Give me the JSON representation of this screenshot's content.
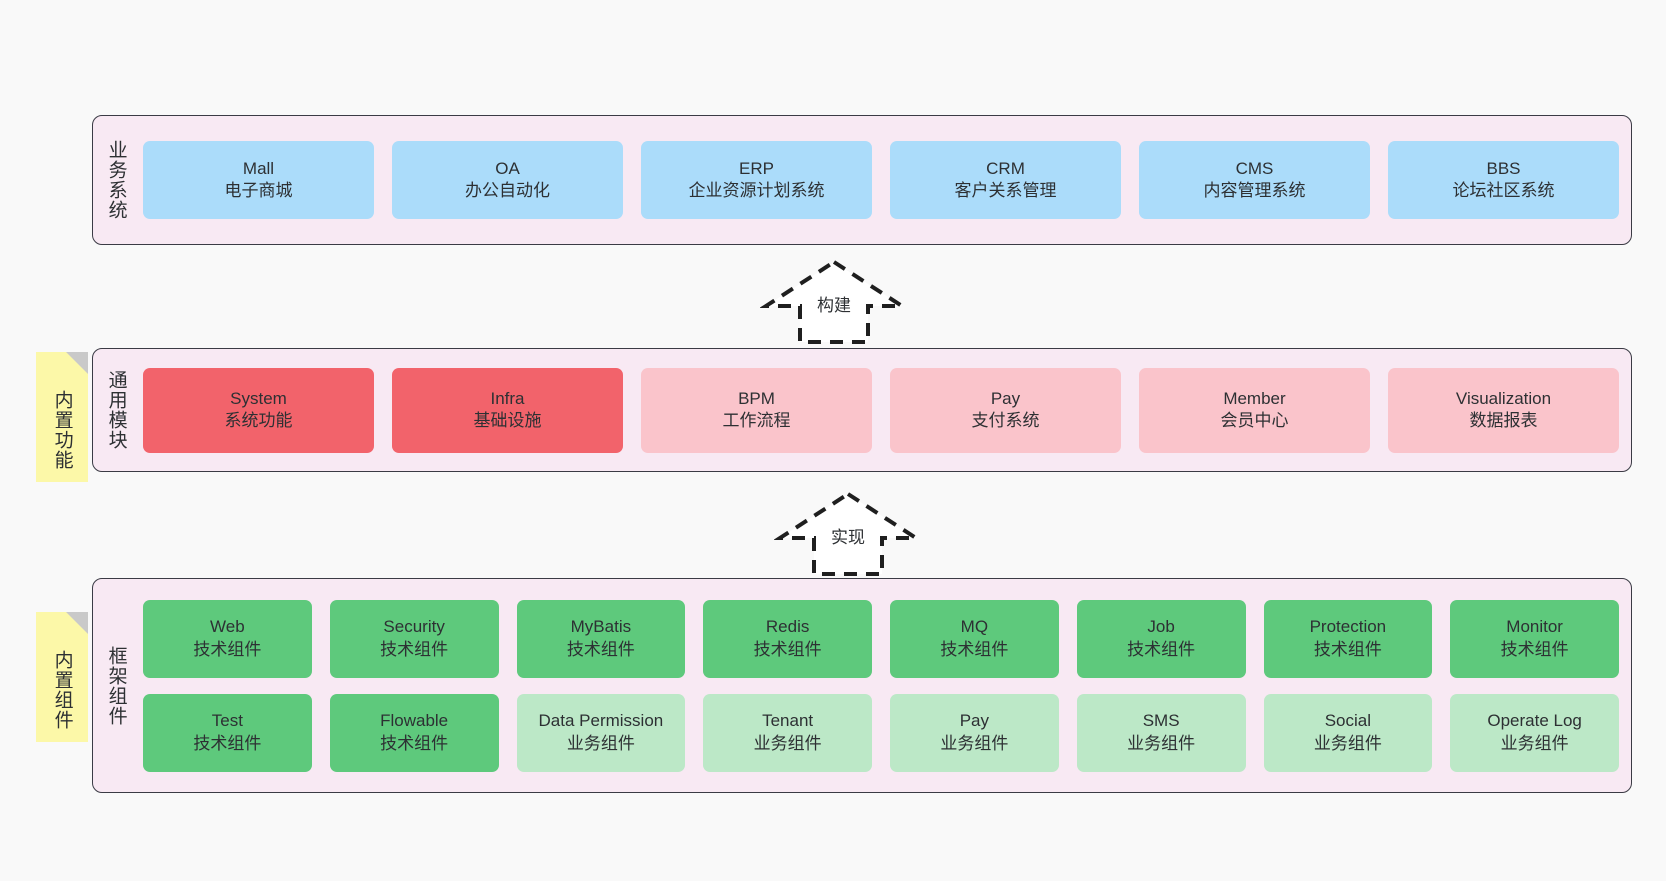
{
  "diagram": {
    "background_color": "#f9f9f9",
    "panel_color": "#f8e9f3",
    "panel_border_color": "#3b3b45",
    "note_color": "#fcf8a8",
    "note_fold_color": "#c9c9c9"
  },
  "layers": [
    {
      "id": "business-systems",
      "title": "业务系统",
      "note": null,
      "rows": [
        {
          "cards": [
            {
              "name": "Mall",
              "subtitle": "电子商城",
              "color": "#abdcfa",
              "style": "c-blue"
            },
            {
              "name": "OA",
              "subtitle": "办公自动化",
              "color": "#abdcfa",
              "style": "c-blue"
            },
            {
              "name": "ERP",
              "subtitle": "企业资源计划系统",
              "color": "#abdcfa",
              "style": "c-blue"
            },
            {
              "name": "CRM",
              "subtitle": "客户关系管理",
              "color": "#abdcfa",
              "style": "c-blue"
            },
            {
              "name": "CMS",
              "subtitle": "内容管理系统",
              "color": "#abdcfa",
              "style": "c-blue"
            },
            {
              "name": "BBS",
              "subtitle": "论坛社区系统",
              "color": "#abdcfa",
              "style": "c-blue"
            }
          ]
        }
      ]
    },
    {
      "id": "common-modules",
      "title": "通用模块",
      "note": "内置功能",
      "rows": [
        {
          "cards": [
            {
              "name": "System",
              "subtitle": "系统功能",
              "color": "#f2636b",
              "style": "c-red"
            },
            {
              "name": "Infra",
              "subtitle": "基础设施",
              "color": "#f2636b",
              "style": "c-red"
            },
            {
              "name": "BPM",
              "subtitle": "工作流程",
              "color": "#fac4cb",
              "style": "c-pink"
            },
            {
              "name": "Pay",
              "subtitle": "支付系统",
              "color": "#fac4cb",
              "style": "c-pink"
            },
            {
              "name": "Member",
              "subtitle": "会员中心",
              "color": "#fac4cb",
              "style": "c-pink"
            },
            {
              "name": "Visualization",
              "subtitle": "数据报表",
              "color": "#fac4cb",
              "style": "c-pink"
            }
          ]
        }
      ]
    },
    {
      "id": "framework-components",
      "title": "框架组件",
      "note": "内置组件",
      "rows": [
        {
          "cards": [
            {
              "name": "Web",
              "subtitle": "技术组件",
              "color": "#5ec97c",
              "style": "c-green"
            },
            {
              "name": "Security",
              "subtitle": "技术组件",
              "color": "#5ec97c",
              "style": "c-green"
            },
            {
              "name": "MyBatis",
              "subtitle": "技术组件",
              "color": "#5ec97c",
              "style": "c-green"
            },
            {
              "name": "Redis",
              "subtitle": "技术组件",
              "color": "#5ec97c",
              "style": "c-green"
            },
            {
              "name": "MQ",
              "subtitle": "技术组件",
              "color": "#5ec97c",
              "style": "c-green"
            },
            {
              "name": "Job",
              "subtitle": "技术组件",
              "color": "#5ec97c",
              "style": "c-green"
            },
            {
              "name": "Protection",
              "subtitle": "技术组件",
              "color": "#5ec97c",
              "style": "c-green"
            },
            {
              "name": "Monitor",
              "subtitle": "技术组件",
              "color": "#5ec97c",
              "style": "c-green"
            }
          ]
        },
        {
          "cards": [
            {
              "name": "Test",
              "subtitle": "技术组件",
              "color": "#5ec97c",
              "style": "c-green"
            },
            {
              "name": "Flowable",
              "subtitle": "技术组件",
              "color": "#5ec97c",
              "style": "c-green"
            },
            {
              "name": "Data Permission",
              "subtitle": "业务组件",
              "color": "#bce8c7",
              "style": "c-lgreen"
            },
            {
              "name": "Tenant",
              "subtitle": "业务组件",
              "color": "#bce8c7",
              "style": "c-lgreen"
            },
            {
              "name": "Pay",
              "subtitle": "业务组件",
              "color": "#bce8c7",
              "style": "c-lgreen"
            },
            {
              "name": "SMS",
              "subtitle": "业务组件",
              "color": "#bce8c7",
              "style": "c-lgreen"
            },
            {
              "name": "Social",
              "subtitle": "业务组件",
              "color": "#bce8c7",
              "style": "c-lgreen"
            },
            {
              "name": "Operate Log",
              "subtitle": "业务组件",
              "color": "#bce8c7",
              "style": "c-lgreen"
            }
          ]
        }
      ]
    }
  ],
  "connectors": [
    {
      "id": "build",
      "label": "构建",
      "icon": "hollow-up-arrow-dashed-icon"
    },
    {
      "id": "implement",
      "label": "实现",
      "icon": "hollow-up-arrow-dashed-icon"
    }
  ]
}
